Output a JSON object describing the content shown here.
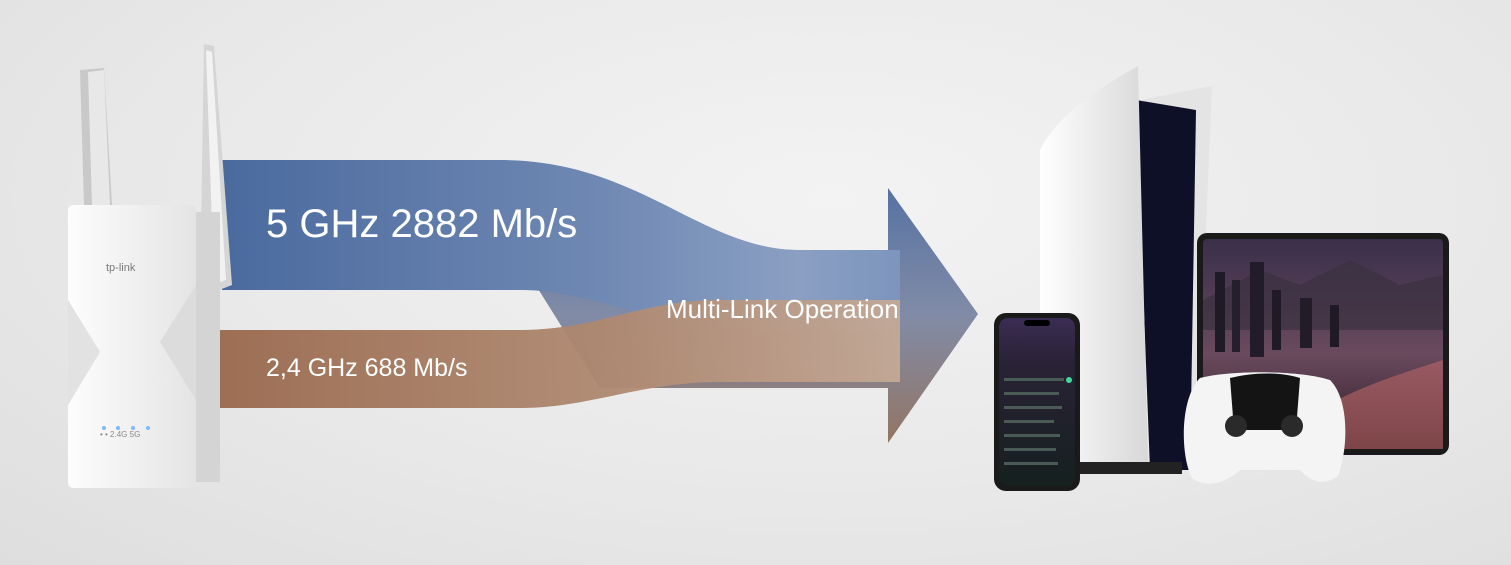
{
  "bands": {
    "band_5": "5 GHz 2882 Mb/s",
    "band_24": "2,4 GHz 688 Mb/s"
  },
  "feature": "Multi-Link Operation",
  "extender": {
    "brand": "tp-link",
    "led_labels": "•  •  2.4G  5G"
  },
  "colors": {
    "band_5": "#4a6a9e",
    "band_24": "#9a6a4e",
    "background": "#e9e9e9"
  },
  "icons": [
    "wifi-extender-icon",
    "game-console-icon",
    "smartphone-icon",
    "tablet-icon",
    "gamepad-icon"
  ]
}
